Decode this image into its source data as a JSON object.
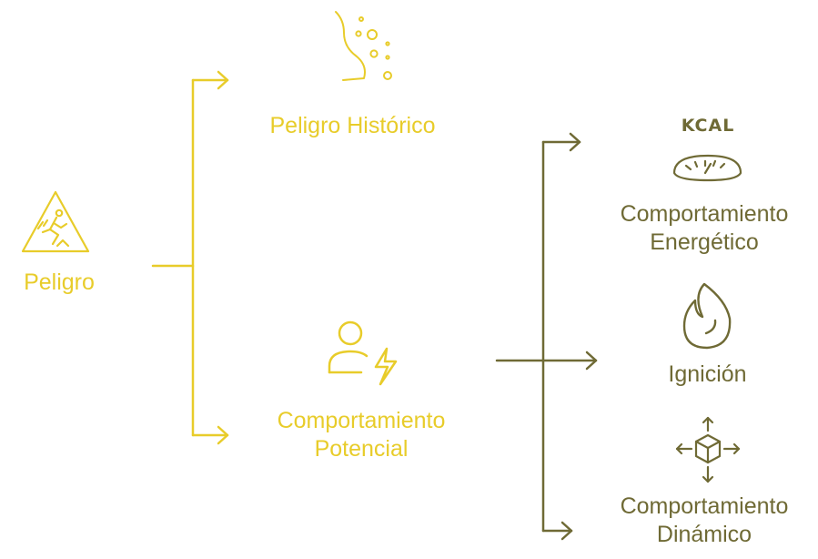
{
  "colors": {
    "primary": "#e8cc2a",
    "secondary": "#6f6a35"
  },
  "nodes": {
    "peligro": {
      "label": "Peligro",
      "icon": "warning-slip-icon"
    },
    "peligro_historico": {
      "label": "Peligro Histórico",
      "icon": "rockfall-icon"
    },
    "comportamiento_potencial": {
      "label_line1": "Comportamiento",
      "label_line2": "Potencial",
      "icon": "person-bolt-icon"
    },
    "comportamiento_energetico": {
      "label_line1": "Comportamiento",
      "label_line2": "Energético",
      "icon": "kcal-scale-icon",
      "icon_text": "KCAL"
    },
    "ignicion": {
      "label": "Ignición",
      "icon": "flame-icon"
    },
    "comportamiento_dinamico": {
      "label_line1": "Comportamiento",
      "label_line2": "Dinámico",
      "icon": "cube-arrows-icon"
    }
  }
}
